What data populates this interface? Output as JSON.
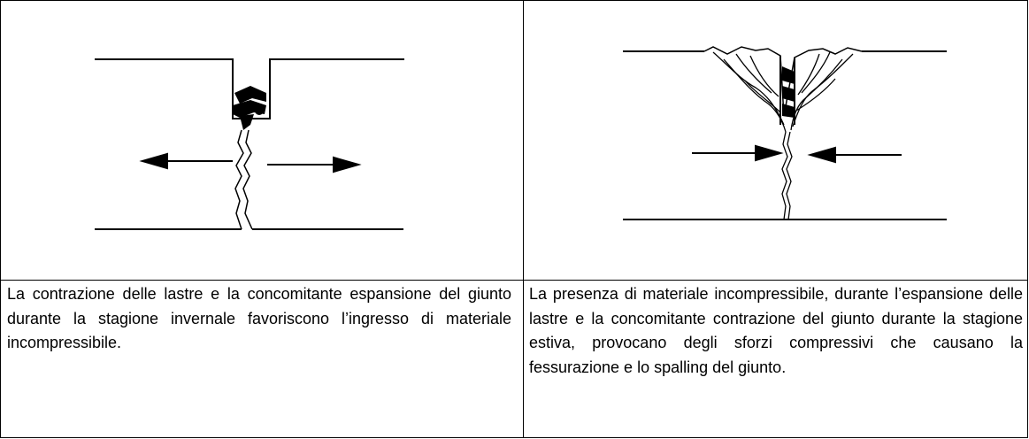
{
  "captions": {
    "left": "La contrazione delle lastre e la concomitante espansione del giunto durante la stagione invernale favoriscono l’ingresso di materiale  incompressibile.",
    "right": "La presenza di materiale incompressibile, durante l’espansione delle lastre e la concomitante contrazione del giunto durante la stagione estiva, provocano degli sforzi compressivi che causano la fessurazione e lo spalling del giunto."
  },
  "figures": {
    "left": {
      "arrow_direction": "outward"
    },
    "right": {
      "arrow_direction": "inward"
    }
  }
}
